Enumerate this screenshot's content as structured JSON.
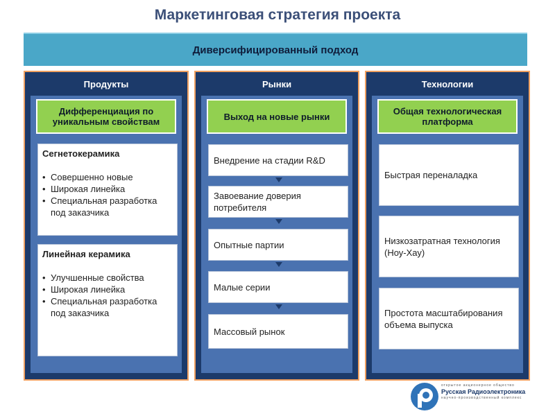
{
  "title": "Маркетинговая стратегия проекта",
  "banner": "Диверсифицированный подход",
  "columns": {
    "products": {
      "header": "Продукты",
      "green": "Дифференциация по уникальным свойствам",
      "boxes": [
        {
          "title": "Сегнетокерамика",
          "bullets": [
            "Совершенно новые",
            "Широкая линейка",
            "Специальная разработка под заказчика"
          ]
        },
        {
          "title": "Линейная керамика",
          "bullets": [
            "Улучшенные свойства",
            "Широкая линейка",
            "Специальная разработка под заказчика"
          ]
        }
      ]
    },
    "markets": {
      "header": "Рынки",
      "green": "Выход на новые рынки",
      "steps": [
        "Внедрение на стадии R&D",
        "Завоевание доверия потребителя",
        "Опытные партии",
        "Малые серии",
        "Массовый рынок"
      ]
    },
    "tech": {
      "header": "Технологии",
      "green": "Общая технологическая платформа",
      "boxes": [
        "Быстрая переналадка",
        "Низкозатратная технология (Ноу-Хау)",
        "Простота масштабирования объема выпуска"
      ]
    }
  },
  "logo": {
    "line1": "открытое акционерное общество",
    "line2": "Русская Радиоэлектроника",
    "line3": "научно-производственный комплекс",
    "icon": "company-logo-icon"
  },
  "colors": {
    "banner": "#4aa7c8",
    "column": "#1c3a6a",
    "column_inner": "#4a72b0",
    "green_box": "#92d050",
    "border_orange": "#f0a060",
    "title": "#3b4f78"
  }
}
